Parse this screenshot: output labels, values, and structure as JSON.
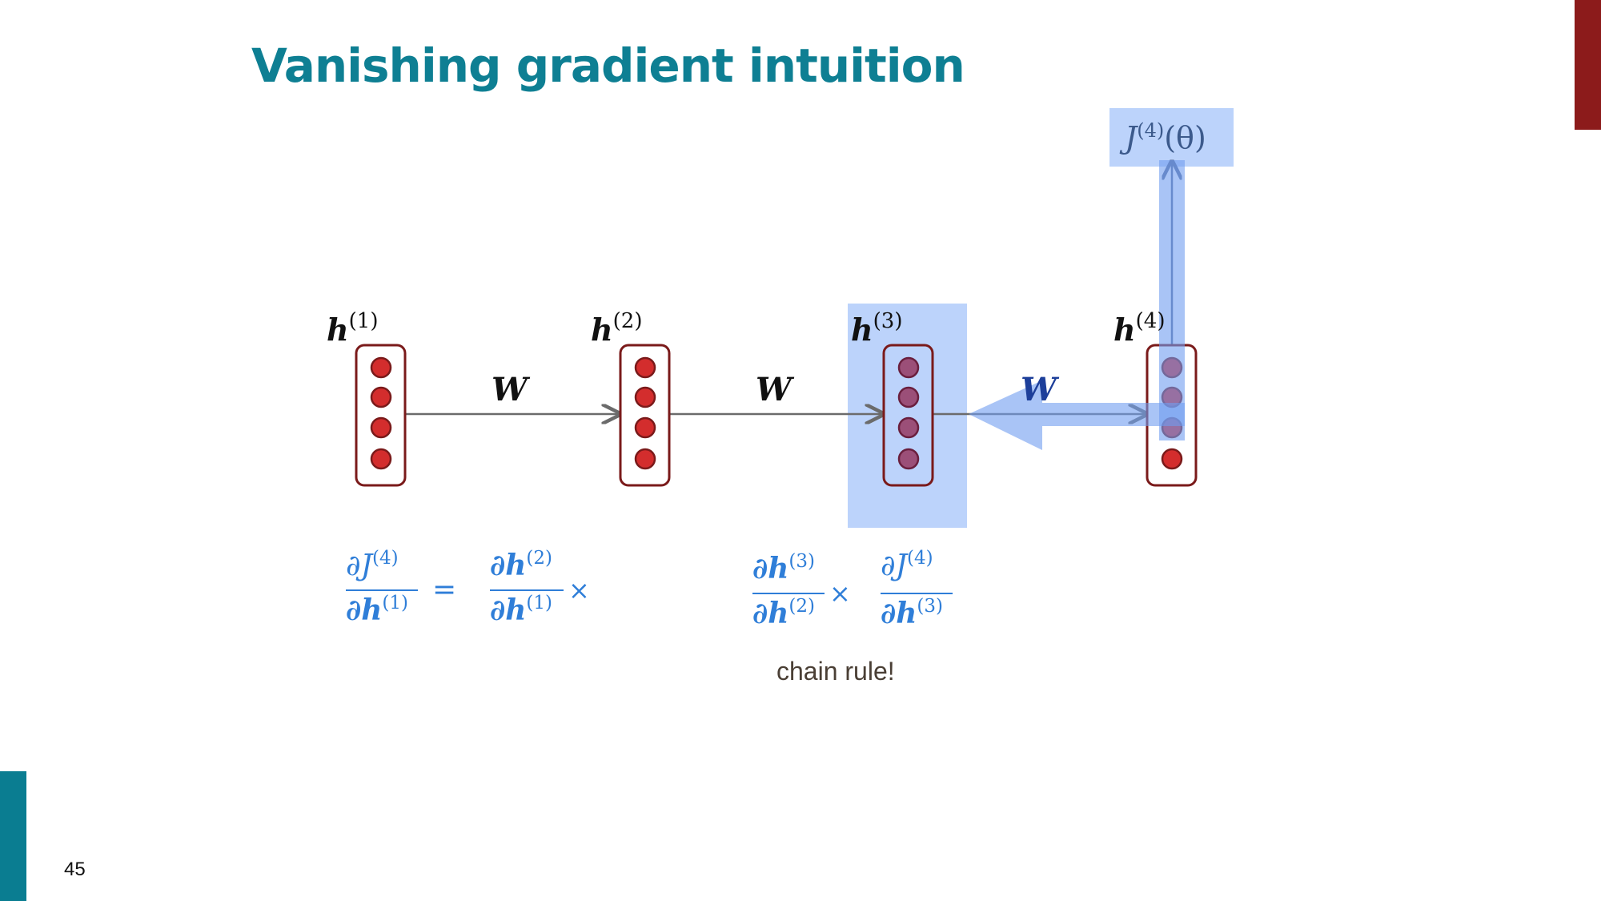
{
  "slide": {
    "title": "Vanishing gradient intuition",
    "page_number": "45",
    "caption": "chain rule!"
  },
  "diagram": {
    "hidden_states": [
      {
        "symbol": "h",
        "superscript": "(1)"
      },
      {
        "symbol": "h",
        "superscript": "(2)"
      },
      {
        "symbol": "h",
        "superscript": "(3)"
      },
      {
        "symbol": "h",
        "superscript": "(4)"
      }
    ],
    "weight_labels": [
      "W",
      "W",
      "W"
    ],
    "loss": {
      "symbol": "J",
      "superscript": "(4)",
      "argument": "(θ)"
    },
    "equation": {
      "lhs": {
        "num": "∂J",
        "num_sup": "(4)",
        "den": "∂h",
        "den_sup": "(1)"
      },
      "equals": "=",
      "times": "×",
      "factors": [
        {
          "num": "∂h",
          "num_sup": "(2)",
          "den": "∂h",
          "den_sup": "(1)"
        },
        {
          "num": "∂h",
          "num_sup": "(3)",
          "den": "∂h",
          "den_sup": "(2)"
        },
        {
          "num": "∂J",
          "num_sup": "(4)",
          "den": "∂h",
          "den_sup": "(3)"
        }
      ]
    }
  },
  "colors": {
    "title": "#0e7f93",
    "neuron_fill": "#d32d2d",
    "neuron_stroke": "#7a1a1a",
    "highlight": "#a9c6fb",
    "gradient_arrow": "#6f9cf0",
    "equation": "#2f7ed8",
    "top_right_bar": "#8c1b1b",
    "bottom_left_bar": "#0a7d91"
  }
}
